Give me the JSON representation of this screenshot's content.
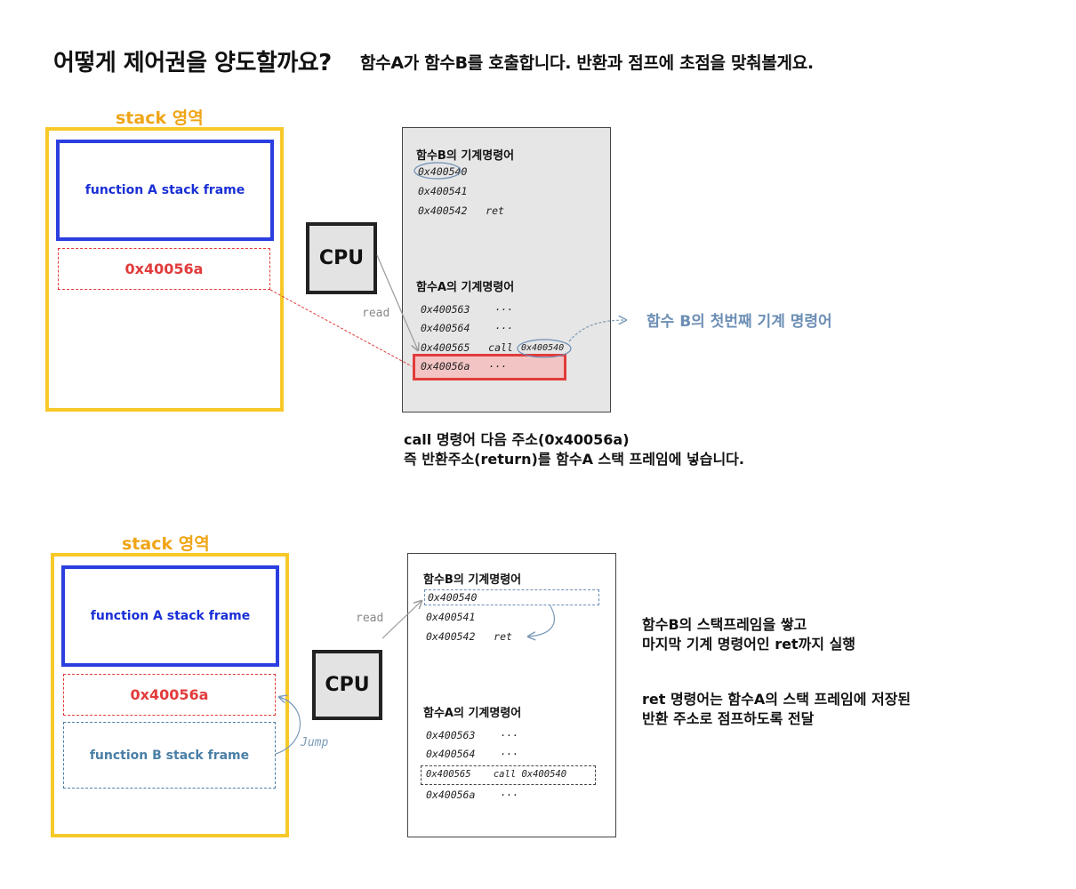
{
  "header": {
    "title": "어떻게 제어권을 양도할까요?",
    "subtitle": "함수A가 함수B를 호출합니다. 반환과 점프에 초점을 맞춰볼게요."
  },
  "top": {
    "stack_label": "stack 영역",
    "frame_a": "function A stack frame",
    "return_slot": "0x40056a",
    "cpu": "CPU",
    "read": "read",
    "fnB_title": "함수B의 기계명령어",
    "fnB_lines": [
      "0x400540",
      "0x400541",
      "0x400542   ret"
    ],
    "fnA_title": "함수A의 기계명령어",
    "fnA_lines": [
      "0x400563    ···",
      "0x400564    ···",
      "0x400565   call",
      "0x40056a   ···"
    ],
    "call_target": "0x400540",
    "callout": "함수 B의 첫번째 기계 명령어",
    "note_line1": "call 명령어 다음 주소(0x40056a)",
    "note_line2": "즉 반환주소(return)를 함수A 스택 프레임에 넣습니다."
  },
  "bottom": {
    "stack_label": "stack 영역",
    "frame_a": "function A stack frame",
    "return_slot": "0x40056a",
    "frame_b": "function B stack frame",
    "cpu": "CPU",
    "read": "read",
    "jump": "Jump",
    "fnB_title": "함수B의 기계명령어",
    "fnB_lines": [
      "0x400540",
      "0x400541",
      "0x400542   ret"
    ],
    "fnA_title": "함수A의 기계명령어",
    "fnA_lines": [
      "0x400563    ···",
      "0x400564    ···",
      "0x400565    call 0x400540",
      "0x40056a    ···"
    ],
    "note_line1": "함수B의 스택프레임을 쌓고",
    "note_line2": "마지막 기계 명령어인 ret까지 실행",
    "note_line3": "ret 명령어는 함수A의 스택 프레임에 저장된",
    "note_line4": "반환 주소로 점프하도록 전달"
  },
  "colors": {
    "stack_border": "#f7c928",
    "stack_label": "#f0a516",
    "frame_a": "#2b3fe0",
    "return_slot": "#e23b3b",
    "frame_b": "#4a7fa6",
    "callout": "#6d8fb5"
  }
}
